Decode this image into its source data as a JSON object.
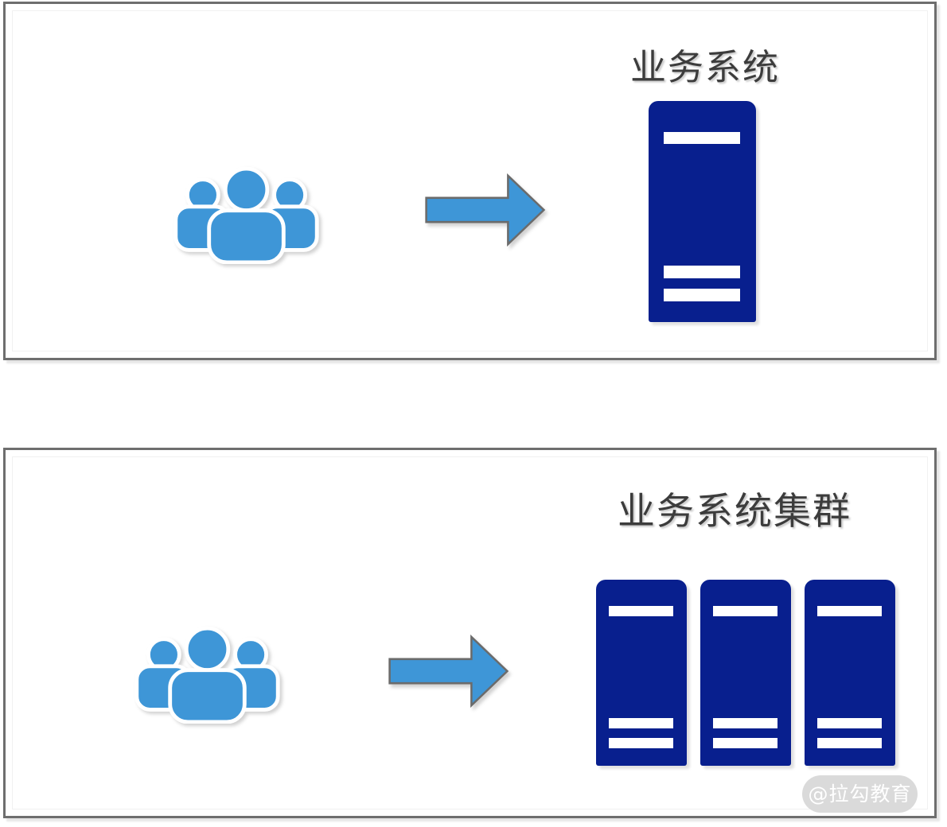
{
  "colors": {
    "navy": "#081f8e",
    "blue": "#3e96d7",
    "arrow_stroke": "#6b6b6b",
    "panel_border": "#6e6e6e",
    "title_color": "#3c3c3c",
    "watermark_bg": "#dadada",
    "watermark_text": "#ffffff"
  },
  "panels": [
    {
      "title": "业务系统",
      "server_count": 1,
      "users_icon": "users-group-icon",
      "arrow_icon": "right-arrow-icon"
    },
    {
      "title": "业务系统集群",
      "server_count": 3,
      "users_icon": "users-group-icon",
      "arrow_icon": "right-arrow-icon"
    }
  ],
  "watermark": {
    "label": "@拉勾教育"
  }
}
